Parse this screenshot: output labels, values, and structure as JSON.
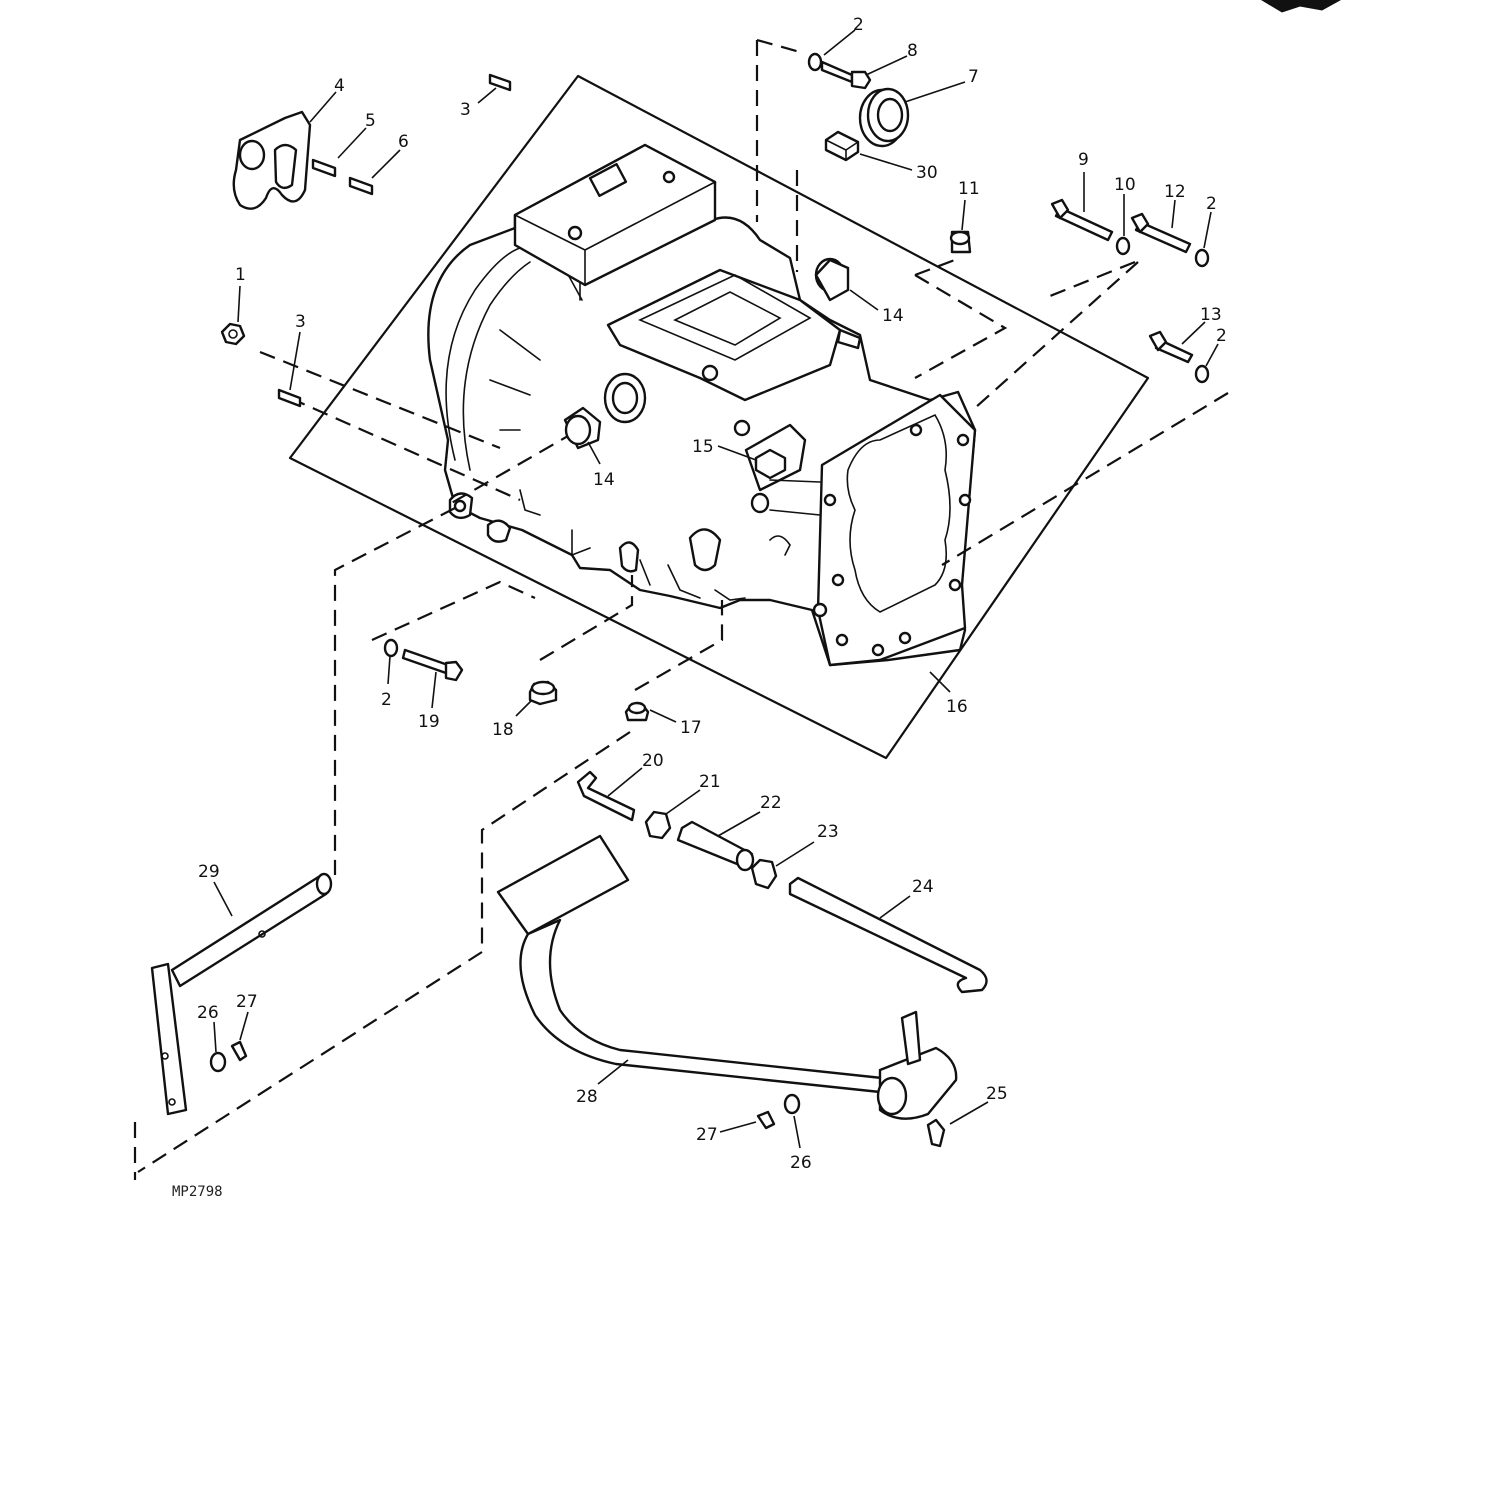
{
  "figure": {
    "figure_code": "MP2798",
    "callouts": [
      {
        "id": "c2a",
        "label": "2"
      },
      {
        "id": "c8",
        "label": "8"
      },
      {
        "id": "c7",
        "label": "7"
      },
      {
        "id": "c30",
        "label": "30"
      },
      {
        "id": "c3a",
        "label": "3"
      },
      {
        "id": "c4",
        "label": "4"
      },
      {
        "id": "c5",
        "label": "5"
      },
      {
        "id": "c6",
        "label": "6"
      },
      {
        "id": "c11",
        "label": "11"
      },
      {
        "id": "c9",
        "label": "9"
      },
      {
        "id": "c10",
        "label": "10"
      },
      {
        "id": "c12",
        "label": "12"
      },
      {
        "id": "c2b",
        "label": "2"
      },
      {
        "id": "c1",
        "label": "1"
      },
      {
        "id": "c3b",
        "label": "3"
      },
      {
        "id": "c14a",
        "label": "14"
      },
      {
        "id": "c13",
        "label": "13"
      },
      {
        "id": "c2c",
        "label": "2"
      },
      {
        "id": "c15",
        "label": "15"
      },
      {
        "id": "c14b",
        "label": "14"
      },
      {
        "id": "c2d",
        "label": "2"
      },
      {
        "id": "c19",
        "label": "19"
      },
      {
        "id": "c18",
        "label": "18"
      },
      {
        "id": "c17",
        "label": "17"
      },
      {
        "id": "c16",
        "label": "16"
      },
      {
        "id": "c20",
        "label": "20"
      },
      {
        "id": "c21",
        "label": "21"
      },
      {
        "id": "c22",
        "label": "22"
      },
      {
        "id": "c23",
        "label": "23"
      },
      {
        "id": "c24",
        "label": "24"
      },
      {
        "id": "c29",
        "label": "29"
      },
      {
        "id": "c26a",
        "label": "26"
      },
      {
        "id": "c27a",
        "label": "27"
      },
      {
        "id": "c28",
        "label": "28"
      },
      {
        "id": "c25",
        "label": "25"
      },
      {
        "id": "c27b",
        "label": "27"
      },
      {
        "id": "c26b",
        "label": "26"
      }
    ]
  }
}
